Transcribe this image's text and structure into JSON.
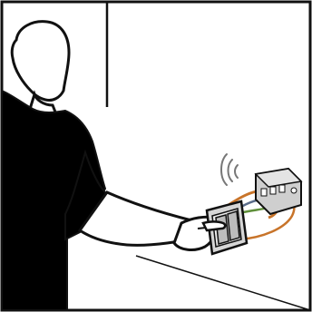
{
  "illustration": {
    "colors": {
      "background": "#ffffff",
      "outline": "#111111",
      "person_silhouette": "#000000",
      "skin": "#ffffff",
      "switch_plate": "#d6d6d6",
      "switch_rocker": "#bcbcbc",
      "receiver_box": "#cfcfcf",
      "wiring_orange": "#c8742a",
      "wiring_blue": "#5a6c8a",
      "wiring_green": "#5f8f3a",
      "wireless_signal": "#777777"
    },
    "icons": {
      "person": "person-pressing-button",
      "switch": "wireless-wall-switch",
      "signal": "wireless-signal-icon",
      "receiver": "flush-mount-receiver"
    }
  }
}
